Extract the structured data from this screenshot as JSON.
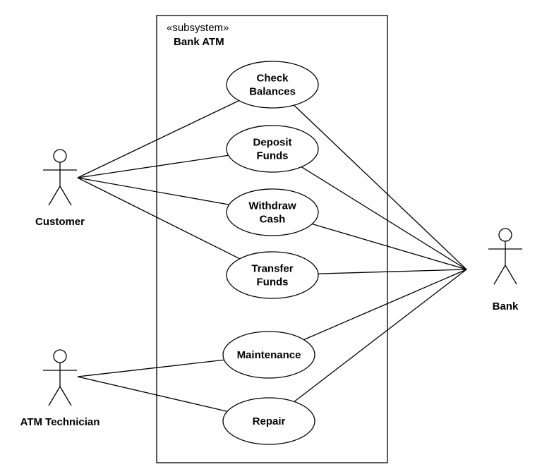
{
  "diagram": {
    "type": "use-case",
    "line_color": "#000000",
    "fill_color": "#ffffff",
    "system": {
      "stereotype": "«subsystem»",
      "name": "Bank ATM"
    },
    "actors": [
      {
        "id": "customer",
        "name": "Customer"
      },
      {
        "id": "technician",
        "name": "ATM Technician"
      },
      {
        "id": "bank",
        "name": "Bank"
      }
    ],
    "use_cases": [
      {
        "id": "check",
        "lines": [
          "Check",
          "Balances"
        ]
      },
      {
        "id": "deposit",
        "lines": [
          "Deposit",
          "Funds"
        ]
      },
      {
        "id": "withdraw",
        "lines": [
          "Withdraw",
          "Cash"
        ]
      },
      {
        "id": "transfer",
        "lines": [
          "Transfer",
          "Funds"
        ]
      },
      {
        "id": "maintenance",
        "lines": [
          "Maintenance"
        ]
      },
      {
        "id": "repair",
        "lines": [
          "Repair"
        ]
      }
    ],
    "associations": [
      {
        "actor": "customer",
        "use_case": "check"
      },
      {
        "actor": "customer",
        "use_case": "deposit"
      },
      {
        "actor": "customer",
        "use_case": "withdraw"
      },
      {
        "actor": "customer",
        "use_case": "transfer"
      },
      {
        "actor": "technician",
        "use_case": "maintenance"
      },
      {
        "actor": "technician",
        "use_case": "repair"
      },
      {
        "actor": "bank",
        "use_case": "check"
      },
      {
        "actor": "bank",
        "use_case": "deposit"
      },
      {
        "actor": "bank",
        "use_case": "withdraw"
      },
      {
        "actor": "bank",
        "use_case": "transfer"
      },
      {
        "actor": "bank",
        "use_case": "maintenance"
      },
      {
        "actor": "bank",
        "use_case": "repair"
      }
    ]
  }
}
